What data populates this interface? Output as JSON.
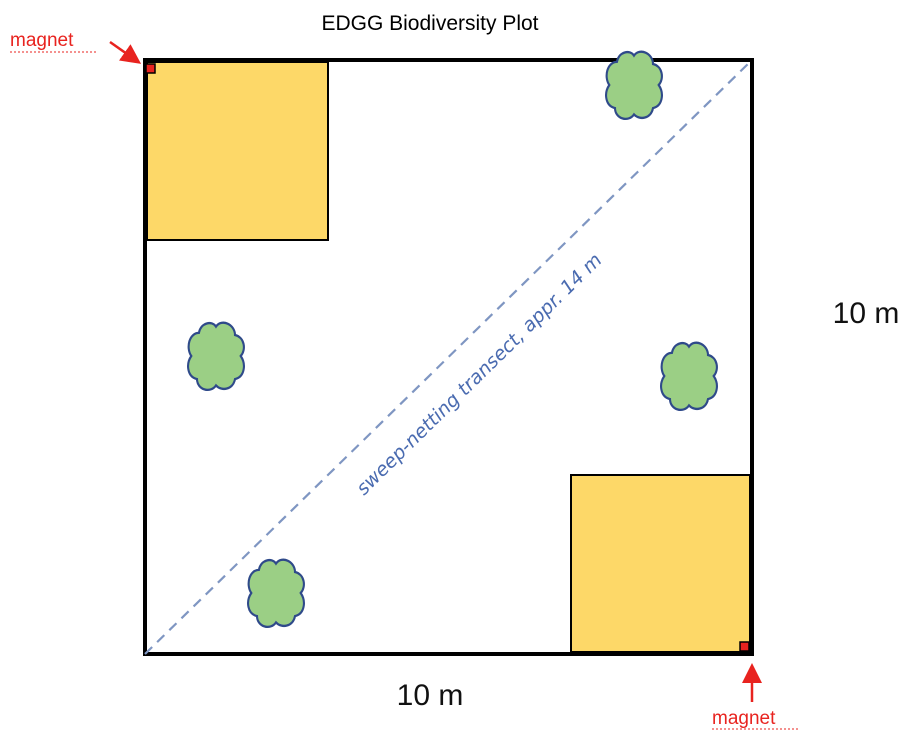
{
  "diagram": {
    "title": "EDGG Biodiversity Plot",
    "width_label": "10 m",
    "height_label": "10 m",
    "transect_label": "sweep-netting transect, appr. 14 m",
    "magnet_top_label": "magnet",
    "magnet_bottom_label": "magnet",
    "colors": {
      "plot_border": "#000000",
      "subplot_fill": "#FDD868",
      "shrub_fill": "#9BCF85",
      "shrub_outline": "#2F4A8A",
      "transect_line": "#7F96C2",
      "transect_text": "#4A6BB0",
      "magnet": "#E8231F"
    },
    "icons": [
      "shrub-icon",
      "magnet-marker",
      "arrow-icon"
    ]
  }
}
